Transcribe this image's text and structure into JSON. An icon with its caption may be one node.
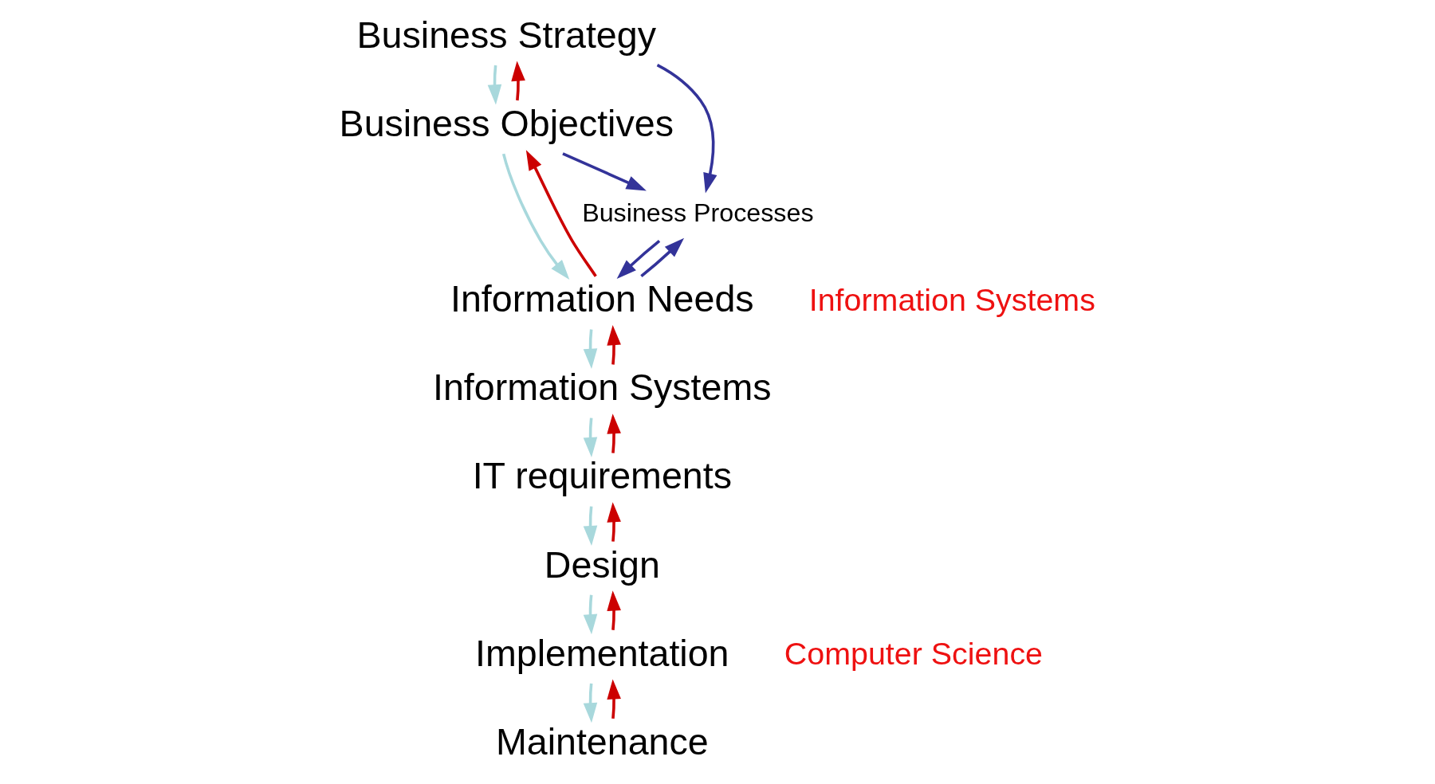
{
  "diagram": {
    "nodes": [
      {
        "text": [
          "Business Strategy"
        ]
      },
      {
        "text": [
          "Business Objectives"
        ]
      },
      {
        "text": [
          "Information Needs"
        ]
      },
      {
        "text": [
          "Information Systems"
        ]
      },
      {
        "text": [
          "IT requirements"
        ]
      },
      {
        "text": [
          "Design"
        ]
      },
      {
        "text": [
          "Implementation"
        ]
      },
      {
        "text": [
          "Maintenance"
        ]
      },
      {
        "text": [
          "Business Processes"
        ]
      }
    ],
    "edges": [
      {
        "from": 0,
        "to": 1,
        "arrow": "to",
        "color": "#a8d8dc"
      },
      {
        "from": 1,
        "to": 0,
        "arrow": "to",
        "color": "#cc0000"
      },
      {
        "from": 1,
        "to": 2,
        "arrow": "to",
        "color": "#a8d8dc"
      },
      {
        "from": 2,
        "to": 1,
        "arrow": "to",
        "color": "#cc0000"
      },
      {
        "from": 2,
        "to": 3,
        "arrow": "to",
        "color": "#a8d8dc"
      },
      {
        "from": 3,
        "to": 2,
        "arrow": "to",
        "color": "#cc0000"
      },
      {
        "from": 3,
        "to": 4,
        "arrow": "to",
        "color": "#a8d8dc"
      },
      {
        "from": 4,
        "to": 3,
        "arrow": "to",
        "color": "#cc0000"
      },
      {
        "from": 4,
        "to": 5,
        "arrow": "to",
        "color": "#a8d8dc"
      },
      {
        "from": 5,
        "to": 4,
        "arrow": "to",
        "color": "#cc0000"
      },
      {
        "from": 5,
        "to": 6,
        "arrow": "to",
        "color": "#a8d8dc"
      },
      {
        "from": 6,
        "to": 5,
        "arrow": "to",
        "color": "#cc0000"
      },
      {
        "from": 6,
        "to": 7,
        "arrow": "to",
        "color": "#a8d8dc"
      },
      {
        "from": 7,
        "to": 6,
        "arrow": "to",
        "color": "#cc0000"
      },
      {
        "from": 0,
        "to": 8,
        "arrow": "to",
        "color": "#333399"
      },
      {
        "from": 1,
        "to": 8,
        "arrow": "to",
        "color": "#333399"
      },
      {
        "from": 8,
        "to": 2,
        "arrow": "to",
        "color": "#333399"
      },
      {
        "from": 2,
        "to": 8,
        "arrow": "to",
        "color": "#333399"
      }
    ],
    "labels": [
      "Information Systems",
      "Computer Science"
    ]
  }
}
